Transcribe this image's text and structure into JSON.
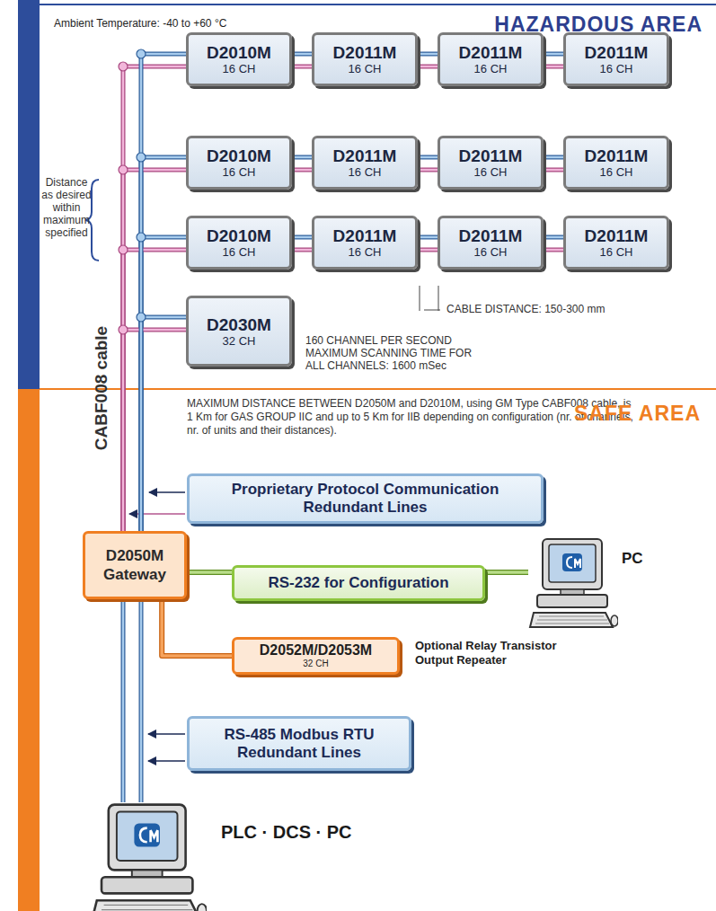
{
  "diagram": {
    "nodes": [
      {
        "text": [
          "D2010M",
          "16 CH"
        ]
      },
      {
        "text": [
          "D2011M",
          "16 CH"
        ]
      },
      {
        "text": [
          "D2011M",
          "16 CH"
        ]
      },
      {
        "text": [
          "D2011M",
          "16 CH"
        ]
      },
      {
        "text": [
          "D2010M",
          "16 CH"
        ]
      },
      {
        "text": [
          "D2011M",
          "16 CH"
        ]
      },
      {
        "text": [
          "D2011M",
          "16 CH"
        ]
      },
      {
        "text": [
          "D2011M",
          "16 CH"
        ]
      },
      {
        "text": [
          "D2010M",
          "16 CH"
        ]
      },
      {
        "text": [
          "D2011M",
          "16 CH"
        ]
      },
      {
        "text": [
          "D2011M",
          "16 CH"
        ]
      },
      {
        "text": [
          "D2011M",
          "16 CH"
        ]
      },
      {
        "text": [
          "D2030M",
          "32 CH"
        ]
      },
      {
        "text": [
          "Proprietary Protocol Communication Redundant Lines"
        ]
      },
      {
        "text": [
          "D2050M Gateway"
        ]
      },
      {
        "text": [
          "RS-232 for Configuration"
        ]
      },
      {
        "text": [
          "PC"
        ]
      },
      {
        "text": [
          "D2052M/D2053M",
          "32 CH"
        ]
      },
      {
        "text": [
          "RS-485 Modbus RTU Redundant Lines"
        ]
      },
      {
        "text": [
          "PLC · DCS · PC"
        ]
      }
    ],
    "edges": [
      {
        "from": 0,
        "to": 1,
        "arrow": "none"
      },
      {
        "from": 1,
        "to": 2,
        "arrow": "none"
      },
      {
        "from": 2,
        "to": 3,
        "arrow": "none"
      },
      {
        "from": 4,
        "to": 5,
        "arrow": "none"
      },
      {
        "from": 5,
        "to": 6,
        "arrow": "none"
      },
      {
        "from": 6,
        "to": 7,
        "arrow": "none"
      },
      {
        "from": 8,
        "to": 9,
        "arrow": "none"
      },
      {
        "from": 9,
        "to": 10,
        "arrow": "none"
      },
      {
        "from": 10,
        "to": 11,
        "arrow": "none"
      },
      {
        "from": 14,
        "to": 0,
        "arrow": "none"
      },
      {
        "from": 14,
        "to": 4,
        "arrow": "none"
      },
      {
        "from": 14,
        "to": 8,
        "arrow": "none"
      },
      {
        "from": 14,
        "to": 12,
        "arrow": "none"
      },
      {
        "from": 14,
        "to": 15,
        "arrow": "none"
      },
      {
        "from": 15,
        "to": 16,
        "arrow": "none"
      },
      {
        "from": 14,
        "to": 17,
        "arrow": "none"
      },
      {
        "from": 14,
        "to": 19,
        "arrow": "none"
      }
    ],
    "labels": [
      "Ambient Temperature: -40 to +60 °C",
      "HAZARDOUS AREA",
      "Distance as desired within maximum specified",
      "CABF008 cable",
      "CABLE DISTANCE: 150-300 mm",
      "160 CHANNEL PER SECOND MAXIMUM SCANNING TIME FOR ALL CHANNELS: 1600 mSec",
      "MAXIMUM DISTANCE BETWEEN D2050M and D2010M, using GM Type CABF008 cable, is 1 Km for GAS GROUP IIC and up to 5 Km for IIB depending on configuration (nr. of channels, nr. of units and their distances).",
      "SAFE AREA",
      "Optional Relay Transistor Output Repeater"
    ]
  }
}
